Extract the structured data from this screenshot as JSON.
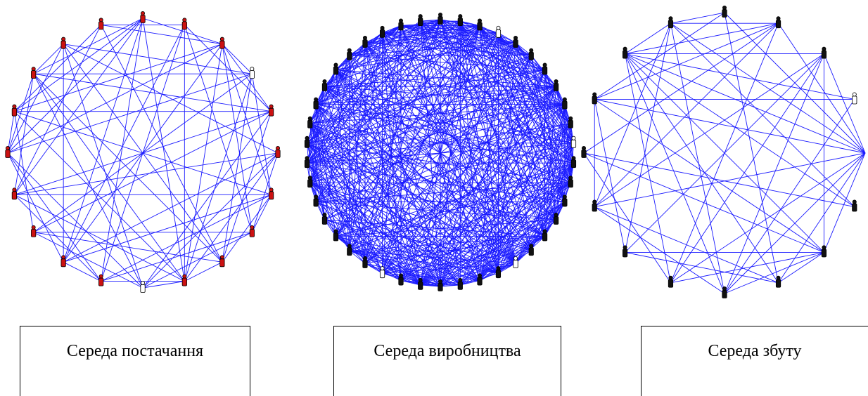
{
  "colors": {
    "edge": "#1a1aff",
    "red_person": "#cc1111",
    "black_person": "#111111",
    "outline_person": "#ffffff",
    "caption_border": "#000000"
  },
  "networks": [
    {
      "id": "supply",
      "person_color": "red",
      "outlined_count": 2,
      "visible_fraction": 1.0,
      "nodes": 20,
      "caption": "Середа постачання"
    },
    {
      "id": "production",
      "person_color": "black",
      "outlined_count": 4,
      "visible_fraction": 1.0,
      "nodes": 42,
      "caption": "Середа виробництва"
    },
    {
      "id": "sales",
      "person_color": "black",
      "outlined_count": 1,
      "visible_fraction": 0.7,
      "nodes": 16,
      "caption": "Середа збуту"
    }
  ]
}
